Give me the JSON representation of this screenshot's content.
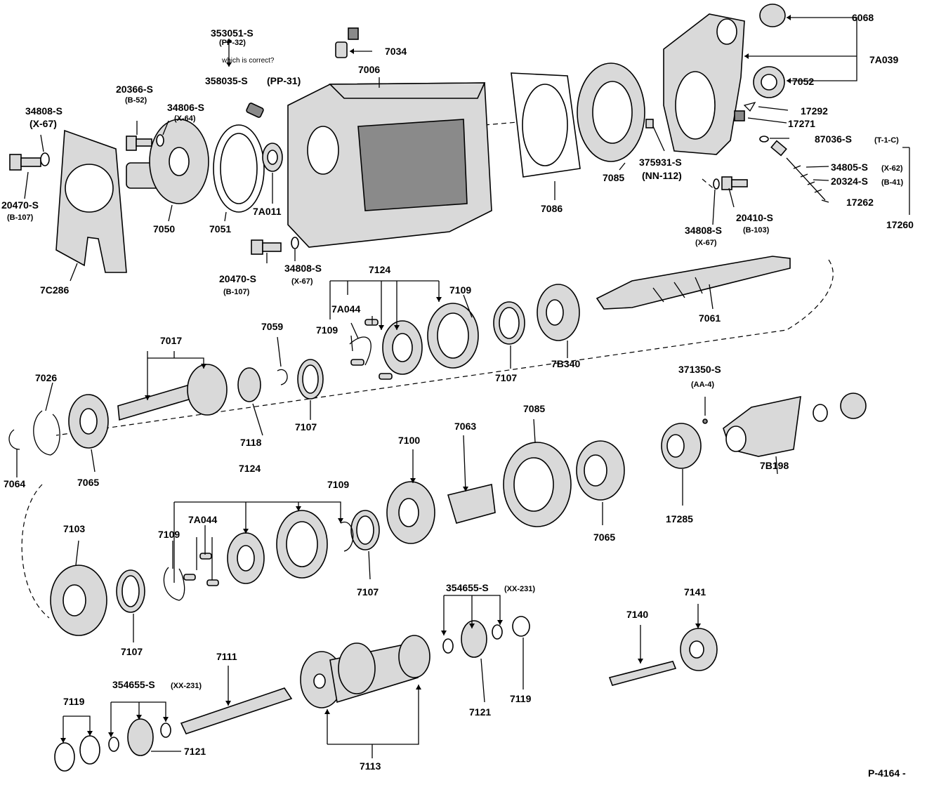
{
  "diagram": {
    "figure_id": "P-4164 -",
    "note": "which is correct?",
    "labels": {
      "l6068": "6068",
      "l7A039": "7A039",
      "l7052": "7052",
      "l17292": "17292",
      "l17271": "17271",
      "l87036": "87036-S",
      "l87036s": "(T-1-C)",
      "l34805": "34805-S",
      "l34805s": "(X-62)",
      "l20324": "20324-S",
      "l20324s": "(B-41)",
      "l17262": "17262",
      "l17260": "17260",
      "l20410": "20410-S",
      "l20410s": "(B-103)",
      "l34808c": "34808-S",
      "l34808cs": "(X-67)",
      "l375931": "375931-S",
      "l375931s": "(NN-112)",
      "l7085a": "7085",
      "l7086": "7086",
      "l353051": "353051-S",
      "l353051s": "(PP-32)",
      "l358035": "358035-S",
      "l358035s": "(PP-31)",
      "l7034": "7034",
      "l7006": "7006",
      "l20366": "20366-S",
      "l20366s": "(B-52)",
      "l34806": "34806-S",
      "l34806s": "(X-64)",
      "l34808a": "34808-S",
      "l34808as": "(X-67)",
      "l20470a": "20470-S",
      "l20470as": "(B-107)",
      "l7C286": "7C286",
      "l7050": "7050",
      "l7051": "7051",
      "l7A011": "7A011",
      "l20470b": "20470-S",
      "l20470bs": "(B-107)",
      "l34808b": "34808-S",
      "l34808bs": "(X-67)",
      "l7124a": "7124",
      "l7109a": "7109",
      "l7A044a": "7A044",
      "l7109b": "7109",
      "l7061": "7061",
      "l7107a": "7107",
      "l7B340": "7B340",
      "l7017": "7017",
      "l7059": "7059",
      "l7026": "7026",
      "l7118": "7118",
      "l7107b": "7107",
      "l7064": "7064",
      "l7065a": "7065",
      "l371350": "371350-S",
      "l371350s": "(AA-4)",
      "l7085b": "7085",
      "l7063": "7063",
      "l7100": "7100",
      "l7065b": "7065",
      "l17285": "17285",
      "l7B198": "7B198",
      "l7124b": "7124",
      "l7109c": "7109",
      "l7A044b": "7A044",
      "l7109d": "7109",
      "l7103": "7103",
      "l7107c": "7107",
      "l7107d": "7107",
      "l354655a": "354655-S",
      "l354655as": "(XX-231)",
      "l354655b": "354655-S",
      "l354655bs": "(XX-231)",
      "l7111": "7111",
      "l7119a": "7119",
      "l7121a": "7121",
      "l7113": "7113",
      "l7121b": "7121",
      "l7119b": "7119",
      "l7140": "7140",
      "l7141": "7141"
    }
  }
}
